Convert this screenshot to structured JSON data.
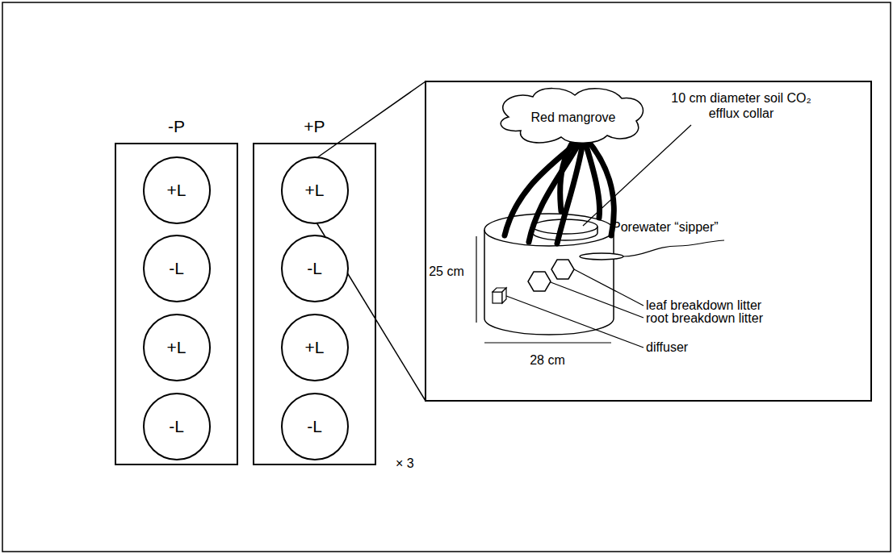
{
  "diagram": {
    "nodes": [
      {
        "text": [
          "-P"
        ]
      },
      {
        "text": [
          "+L"
        ],
        "in": 0
      },
      {
        "text": [
          "-L"
        ],
        "in": 0
      },
      {
        "text": [
          "+L"
        ],
        "in": 0
      },
      {
        "text": [
          "-L"
        ],
        "in": 0
      },
      {
        "text": [
          "+P"
        ]
      },
      {
        "text": [
          "+L"
        ],
        "in": 5
      },
      {
        "text": [
          "-L"
        ],
        "in": 5
      },
      {
        "text": [
          "+L"
        ],
        "in": 5
      },
      {
        "text": [
          "-L"
        ],
        "in": 5
      }
    ],
    "labels": [
      "× 3",
      "Red mangrove",
      "10 cm diameter soil CO₂ efflux collar",
      "Porewater “sipper”",
      "25 cm",
      "leaf breakdown litter",
      "root breakdown litter",
      "diffuser",
      "28 cm"
    ]
  }
}
